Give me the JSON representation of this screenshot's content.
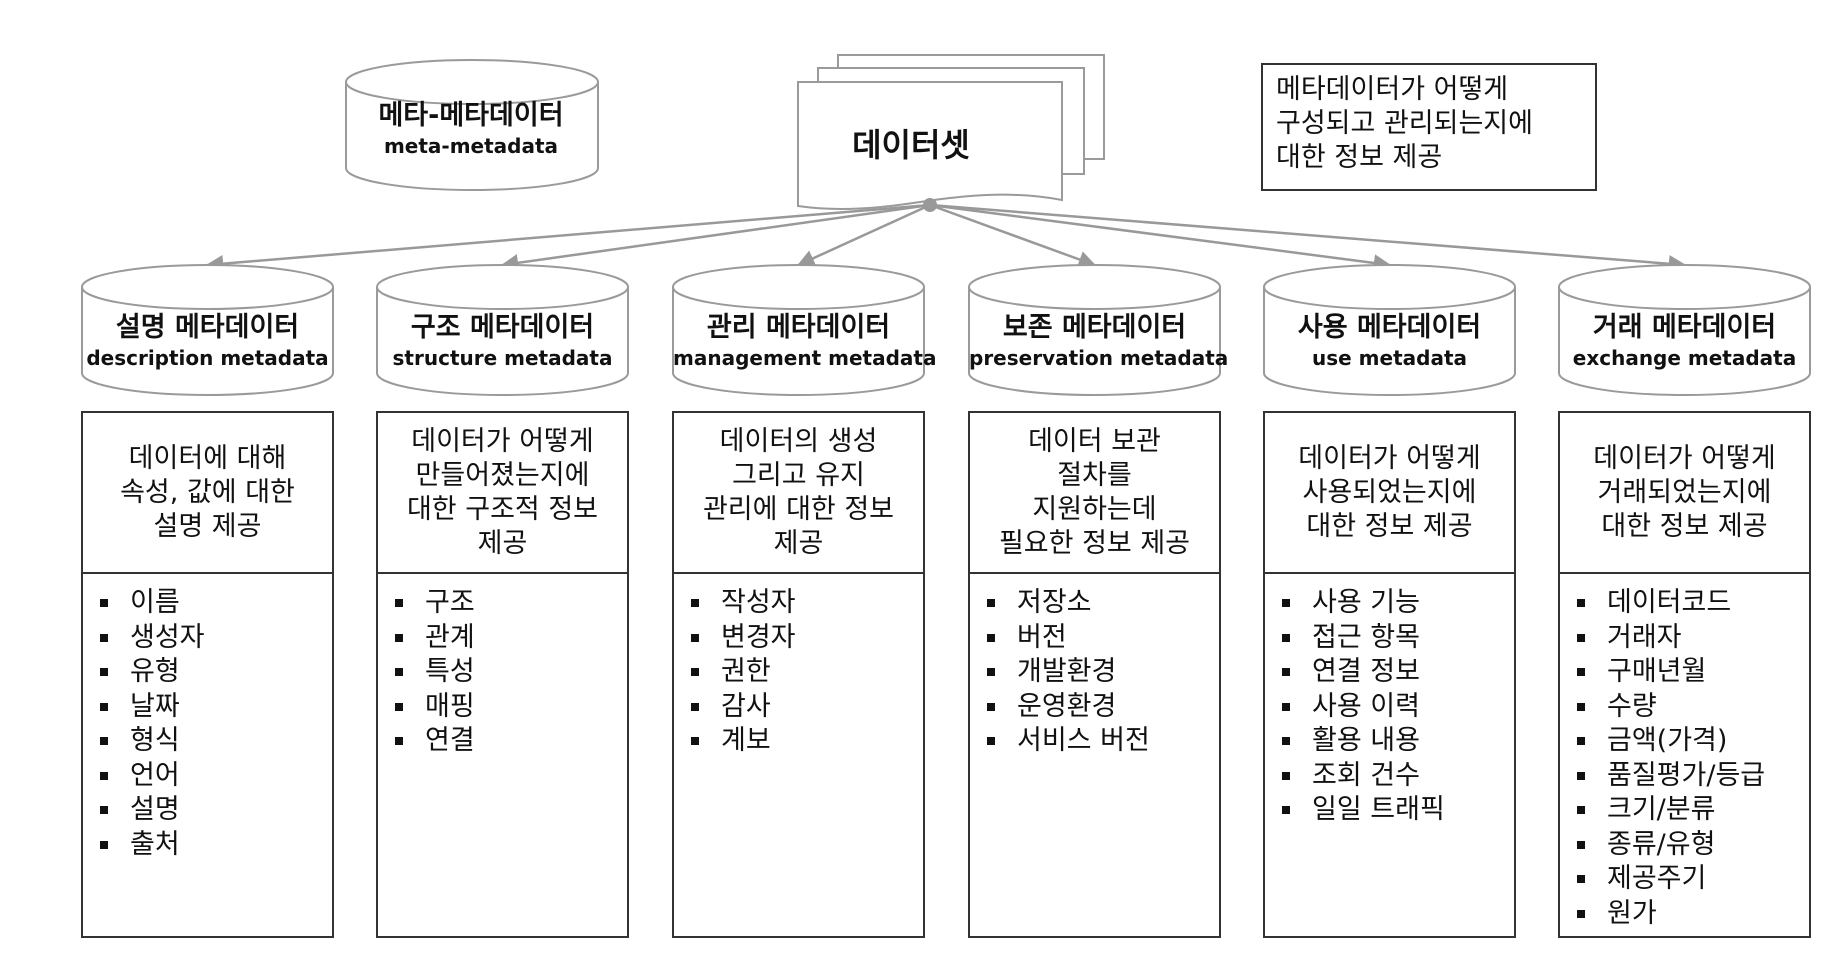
{
  "meta_cylinder": {
    "title": "메타-메타데이터",
    "subtitle": "meta-metadata"
  },
  "dataset": {
    "label": "데이터셋"
  },
  "note": {
    "text": "메타데이터가 어떻게\n구성되고 관리되는지에\n대한 정보 제공"
  },
  "categories": [
    {
      "title": "설명 메타데이터",
      "subtitle": "description metadata",
      "description": "데이터에 대해\n속성, 값에 대한\n설명 제공",
      "items": [
        "이름",
        "생성자",
        "유형",
        "날짜",
        "형식",
        "언어",
        "설명",
        "출처"
      ]
    },
    {
      "title": "구조 메타데이터",
      "subtitle": "structure metadata",
      "description": "데이터가 어떻게\n만들어졌는지에\n대한 구조적 정보\n제공",
      "items": [
        "구조",
        "관계",
        "특성",
        "매핑",
        "연결"
      ]
    },
    {
      "title": "관리 메타데이터",
      "subtitle": "management metadata",
      "description": "데이터의 생성\n그리고 유지\n관리에 대한 정보\n제공",
      "items": [
        "작성자",
        "변경자",
        "권한",
        "감사",
        "계보"
      ]
    },
    {
      "title": "보존 메타데이터",
      "subtitle": "preservation metadata",
      "description": "데이터 보관\n절차를\n지원하는데\n필요한 정보 제공",
      "items": [
        "저장소",
        "버전",
        "개발환경",
        "운영환경",
        "서비스 버전"
      ]
    },
    {
      "title": "사용 메타데이터",
      "subtitle": "use metadata",
      "description": "데이터가 어떻게\n사용되었는지에\n대한 정보 제공",
      "items": [
        "사용 기능",
        "접근 항목",
        "연결 정보",
        "사용 이력",
        "활용 내용",
        "조회 건수",
        "일일 트래픽"
      ]
    },
    {
      "title": "거래 메타데이터",
      "subtitle": "exchange metadata",
      "description": "데이터가 어떻게\n거래되었는지에\n대한 정보 제공",
      "items": [
        "데이터코드",
        "거래자",
        "구매년월",
        "수량",
        "금액(가격)",
        "품질평가/등급",
        "크기/분류",
        "종류/유형",
        "제공주기",
        "원가"
      ]
    }
  ]
}
